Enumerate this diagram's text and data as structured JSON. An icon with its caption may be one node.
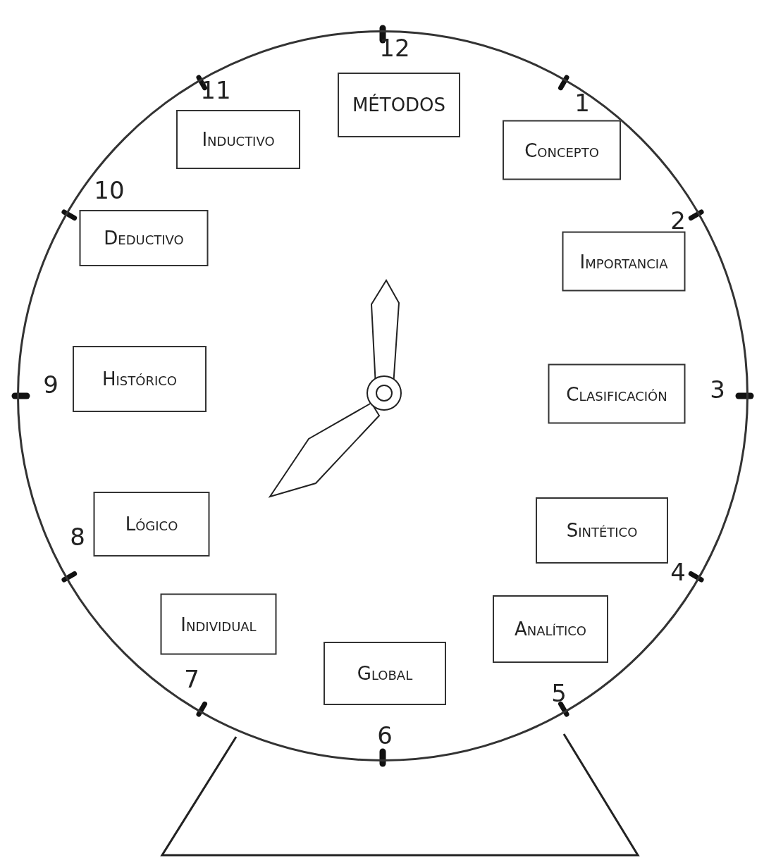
{
  "diagram": {
    "nodes": [
      {
        "text": [],
        "shape": "circle"
      },
      {
        "text": [
          "MÉTODOS"
        ],
        "in": 0
      },
      {
        "text": [
          "Concepto"
        ],
        "in": 0
      },
      {
        "text": [
          "Importancia"
        ],
        "in": 0
      },
      {
        "text": [
          "Clasificación"
        ],
        "in": 0
      },
      {
        "text": [
          "Sintético"
        ],
        "in": 0
      },
      {
        "text": [
          "Analítico"
        ],
        "in": 0
      },
      {
        "text": [
          "Global"
        ],
        "in": 0
      },
      {
        "text": [
          "Individual"
        ],
        "in": 0
      },
      {
        "text": [
          "Lógico"
        ],
        "in": 0
      },
      {
        "text": [
          "Histórico"
        ],
        "in": 0
      },
      {
        "text": [
          "Deductivo"
        ],
        "in": 0
      },
      {
        "text": [
          "Inductivo"
        ],
        "in": 0
      }
    ],
    "labels": [
      "12",
      "1",
      "2",
      "3",
      "4",
      "5",
      "6",
      "7",
      "8",
      "9",
      "10",
      "11"
    ]
  }
}
